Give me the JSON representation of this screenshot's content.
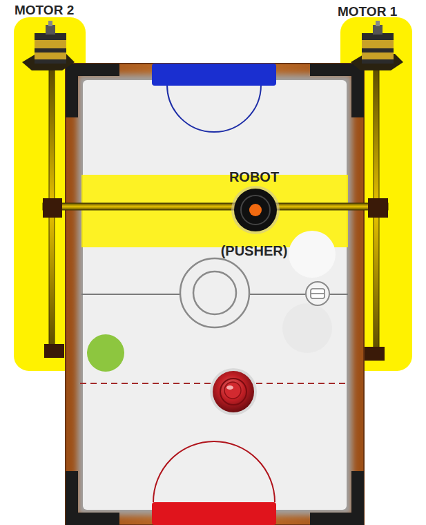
{
  "diagram": {
    "labels": [
      "MOTOR 2",
      "MOTOR 1",
      "ROBOT",
      "(PUSHER)"
    ]
  }
}
